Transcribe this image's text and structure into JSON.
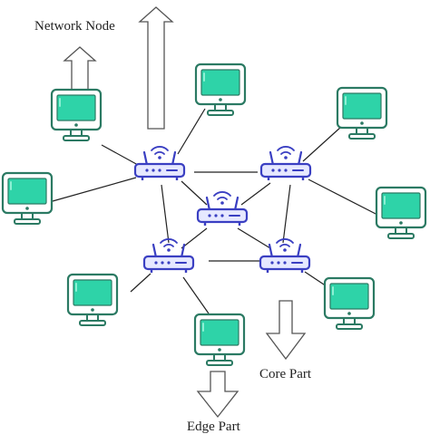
{
  "labels": {
    "network_node": "Network Node",
    "core_part": "Core Part",
    "edge_part": "Edge Part"
  },
  "colors": {
    "screen_fill": "#2ed3a8",
    "screen_highlight": "#8df0d4",
    "computer_outline": "#2b7a63",
    "computer_body": "#ffffff",
    "router_outline": "#3a3fc2",
    "router_fill": "#e6e8ff",
    "link_line": "#222222",
    "arrow_fill": "#ffffff",
    "arrow_outline": "#555555"
  },
  "icons": {
    "computer": "desktop-computer-icon",
    "router": "wifi-router-icon",
    "arrow": "hollow-arrow-icon"
  }
}
